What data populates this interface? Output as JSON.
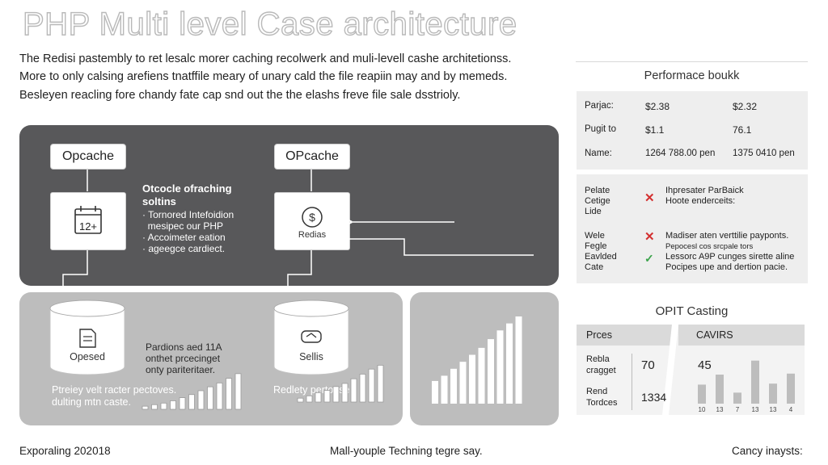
{
  "title": "PHP Multi level Case architecture",
  "intro": [
    "The Redisi pastembly to ret lesalc morer caching recolwerk and muli-levell cashe architetionss.",
    "More to only calsing arefiens tnatffile meary of unary cald the file reapiin may and by memeds.",
    "Besleyen reacling fore chandy fate cap snd out the the elashs freve file sale dsstrioly."
  ],
  "diagram": {
    "left_label": "Opcache",
    "right_label": "OPcache",
    "left_icon": "calendar-icon",
    "left_icon_text": "12+",
    "right_icon": "dollar-icon",
    "right_icon_label": "Redias",
    "notes_title": [
      "Otcocle ofraching",
      "soltins"
    ],
    "notes_items": [
      "· Tornored Intefoidion",
      "  mesipec our PHP",
      "· Accoimeter eation",
      "· ageegce cardiect."
    ],
    "left_cyl_label": "Opesed",
    "left_cyl_icon": "document-icon",
    "right_cyl_label": "Sellis",
    "right_cyl_icon": "link-icon",
    "mid_text": [
      "Pardions aed 11A",
      "onthet prcecinget",
      "onty pariteritaer."
    ],
    "left_bottom_text": [
      "Ptreiey velt racter pectoves.",
      "dulting mtn caste."
    ],
    "right_bottom_text": "Redlety pertouse",
    "left_bars": [
      0.08,
      0.12,
      0.16,
      0.22,
      0.3,
      0.38,
      0.48,
      0.58,
      0.68,
      0.8,
      0.92
    ],
    "right_bars": [
      0.1,
      0.16,
      0.24,
      0.3,
      0.4,
      0.48,
      0.6,
      0.72,
      0.85,
      0.95
    ],
    "third_bars": [
      0.26,
      0.32,
      0.4,
      0.48,
      0.56,
      0.64,
      0.74,
      0.84,
      0.92,
      1.0
    ]
  },
  "perf": {
    "title": "Performace boukk",
    "rows": [
      [
        "Parjac:",
        "$2.38",
        "$2.32"
      ],
      [
        "Pugit to",
        "$1.1",
        "76.1"
      ],
      [
        "Name:",
        "1264 788.00 pen",
        "1375 0410 pen"
      ]
    ]
  },
  "notes_box": {
    "rows": [
      {
        "label": [
          "Pelate",
          "Cetige",
          "Lide"
        ],
        "icon": "x-icon",
        "text": [
          "Ihpresater ParBaick",
          "Hoote enderceits:"
        ]
      },
      {
        "label": [
          "Wele",
          "Fegle",
          "Eavlded",
          "Cate"
        ],
        "icon": "x-icon",
        "text": [
          "Madiser aten verttilie payponts.",
          "Pepocesl cos srcpale tors",
          "Lessorc A9P cunges sirette aline",
          "Pocipes upe and dertion pacie."
        ]
      }
    ]
  },
  "opit": {
    "title": "OPIT Casting",
    "col1": "Prces",
    "col2": "CAVIRS",
    "rows": [
      {
        "label": [
          "Rebla",
          "cragget"
        ],
        "value": "70",
        "value2": "45"
      },
      {
        "label": [
          "Rend",
          "Tordces"
        ],
        "value": "1334"
      }
    ],
    "bars": [
      0.38,
      0.58,
      0.22,
      0.86,
      0.4,
      0.6
    ],
    "ticks": [
      "10",
      "13",
      "7",
      "13",
      "13",
      "4"
    ]
  },
  "footer": {
    "left": "Exporaling 202018",
    "center": "Mall-youple Techning tegre say.",
    "right": "Cancy inaysts:"
  },
  "colors": {
    "dark_panel": "#58585a",
    "light_panel": "#bdbdbd",
    "cross": "#d32f2f",
    "check": "#3aa34a"
  }
}
